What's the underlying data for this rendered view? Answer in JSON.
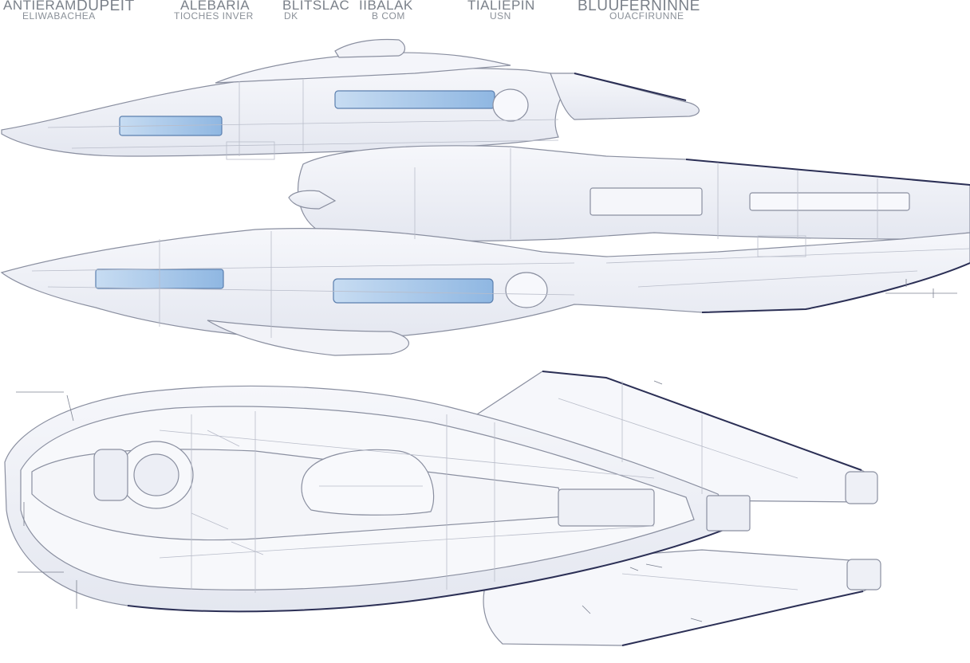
{
  "header": {
    "labels": [
      {
        "top": "ANTIERAM",
        "bottom": "ELIWABACHEA"
      },
      {
        "top": "DUPEIT",
        "bottom": ""
      },
      {
        "top": "ALEBARIA",
        "bottom": "TIOCHES INVER"
      },
      {
        "top": "BLITSLAC",
        "bottom": "DK"
      },
      {
        "top": "IIBALAK",
        "bottom": "B COM"
      },
      {
        "top": "TIALIEPIN",
        "bottom": "USN"
      },
      {
        "top": "BLUUFERNINNE",
        "bottom": "OUACFIRUNNE"
      }
    ]
  },
  "colors": {
    "hull_fill": "#eef0f7",
    "hull_stroke": "#8a8fa0",
    "panel_line": "#b9bdca",
    "dark_edge": "#2b2f55",
    "window_blue": "#9ec6ea",
    "window_edge": "#5b7fae",
    "dimension_line": "#7b8190"
  },
  "views": [
    {
      "name": "side-profile"
    },
    {
      "name": "top-plan"
    }
  ]
}
